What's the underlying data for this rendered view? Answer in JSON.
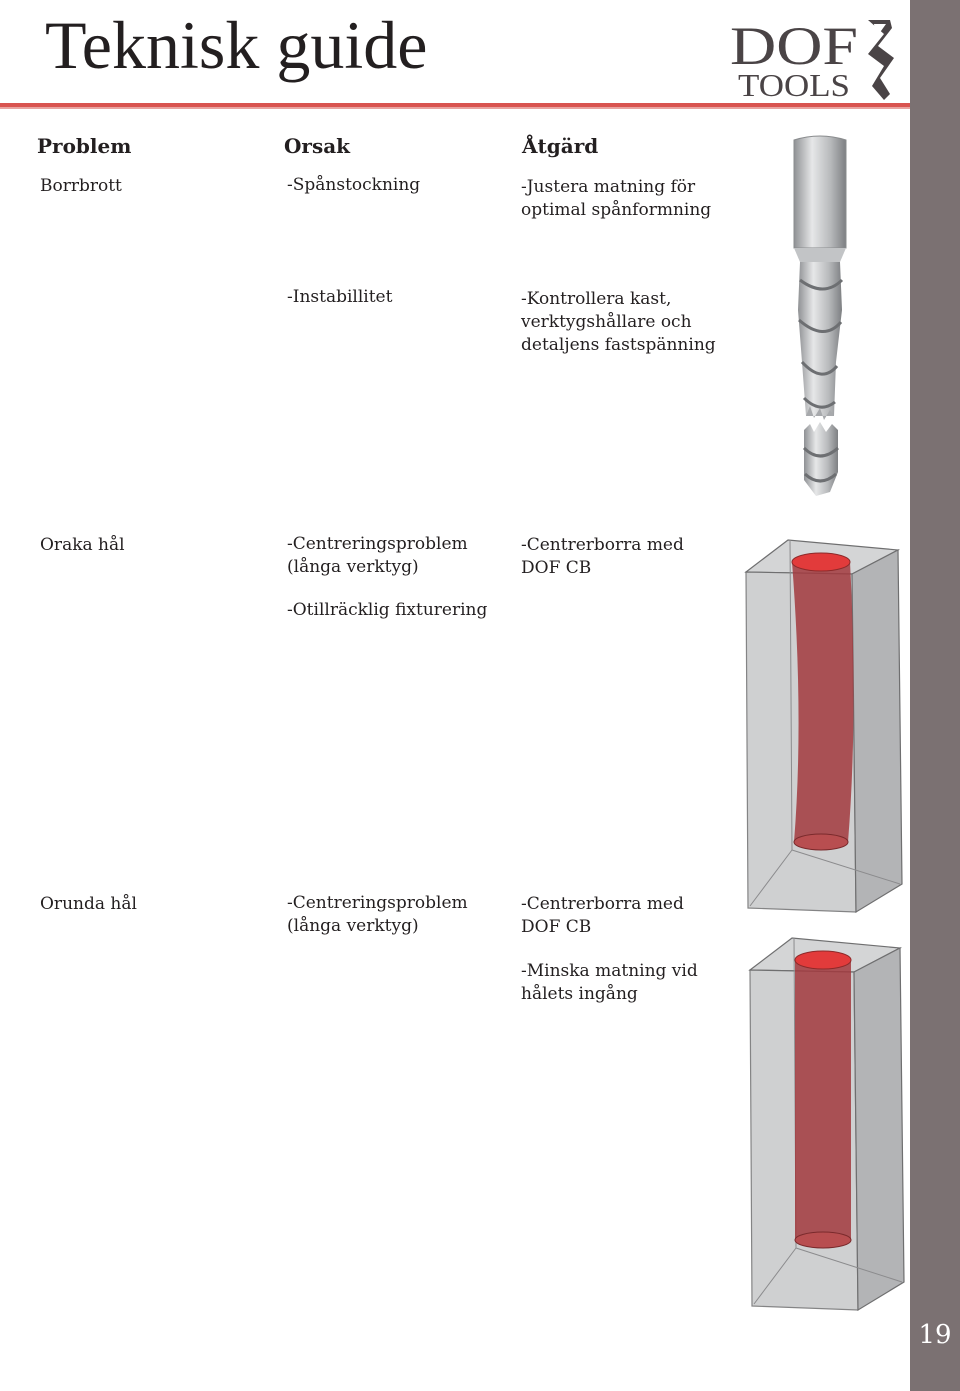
{
  "page": {
    "title": "Teknisk guide",
    "page_number": "19",
    "brand_colors": {
      "accent_red": "#d9534f",
      "sidebar_gray": "#7b7172",
      "text": "#231f20"
    }
  },
  "logo": {
    "line1": "DOF",
    "line2": "TOOLS",
    "icon": "drill-bit-logo-icon"
  },
  "table": {
    "headers": [
      "Problem",
      "Orsak",
      "Åtgärd"
    ],
    "rows": [
      {
        "problem": "Borrbrott",
        "causes": [
          {
            "lines": [
              "-Spånstockning"
            ]
          },
          {
            "lines": [
              "-Instabillitet"
            ]
          }
        ],
        "actions": [
          {
            "lines": [
              "-Justera matning för",
              "optimal spånformning"
            ]
          },
          {
            "lines": [
              "-Kontrollera kast,",
              "verktygshållare och",
              "detaljens fastspänning"
            ]
          }
        ],
        "illustration": "broken-drill-icon"
      },
      {
        "problem": "Oraka hål",
        "causes": [
          {
            "lines": [
              "-Centreringsproblem",
              "(långa verktyg)"
            ]
          },
          {
            "lines": [
              "-Otillräcklig fixturering"
            ]
          }
        ],
        "actions": [
          {
            "lines": [
              "-Centrerborra med",
              "DOF CB"
            ]
          }
        ],
        "illustration": "curved-hole-block-icon"
      },
      {
        "problem": "Orunda hål",
        "causes": [
          {
            "lines": [
              "-Centreringsproblem",
              "(långa verktyg)"
            ]
          }
        ],
        "actions": [
          {
            "lines": [
              "-Centrerborra med",
              "DOF CB"
            ]
          },
          {
            "lines": [
              "-Minska matning vid",
              "hålets ingång"
            ]
          }
        ],
        "illustration": "straight-hole-block-icon"
      }
    ]
  }
}
